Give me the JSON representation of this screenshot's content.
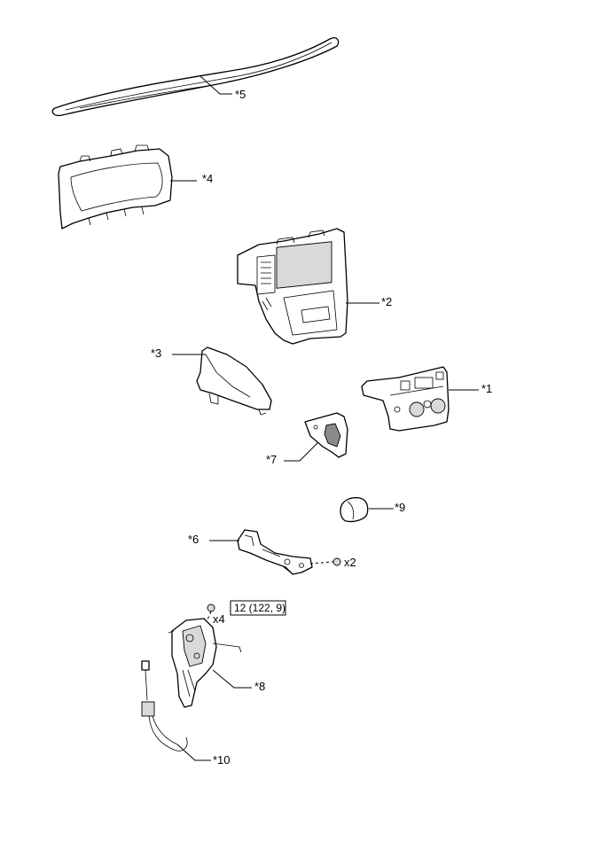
{
  "labels": {
    "p1": "*1",
    "p2": "*2",
    "p3": "*3",
    "p4": "*4",
    "p5": "*5",
    "p6": "*6",
    "p7": "*7",
    "p8": "*8",
    "p9": "*9",
    "p10": "*10"
  },
  "quantities": {
    "screw": "x2",
    "nut": "x4"
  },
  "torque": "12 (122, 9)"
}
